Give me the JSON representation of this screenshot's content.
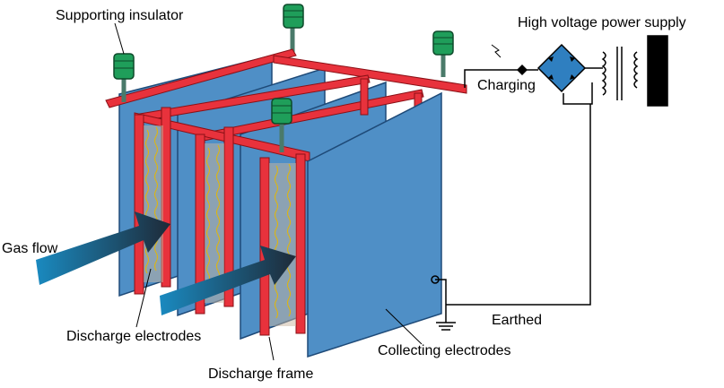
{
  "labels": {
    "supporting_insulator": "Supporting insulator",
    "high_voltage_power_supply": "High voltage power supply",
    "charging": "Charging",
    "gas_flow": "Gas flow",
    "discharge_electrodes": "Discharge electrodes",
    "discharge_frame": "Discharge frame",
    "collecting_electrodes": "Collecting electrodes",
    "earthed": "Earthed"
  },
  "colors": {
    "plate": "#4f8fc6",
    "plate_edge": "#1e4a78",
    "frame": "#e8323c",
    "frame_edge": "#8a1016",
    "insulator": "#1f9e5a",
    "insulator_stem": "#4a7a6a",
    "wire": "#e6b800",
    "rectifier": "#2f7fc0",
    "transformer": "#000000"
  },
  "icons": [
    "insulator-icon",
    "rectifier-bridge-icon",
    "transformer-icon",
    "earth-ground-icon",
    "flow-arrow-icon"
  ]
}
